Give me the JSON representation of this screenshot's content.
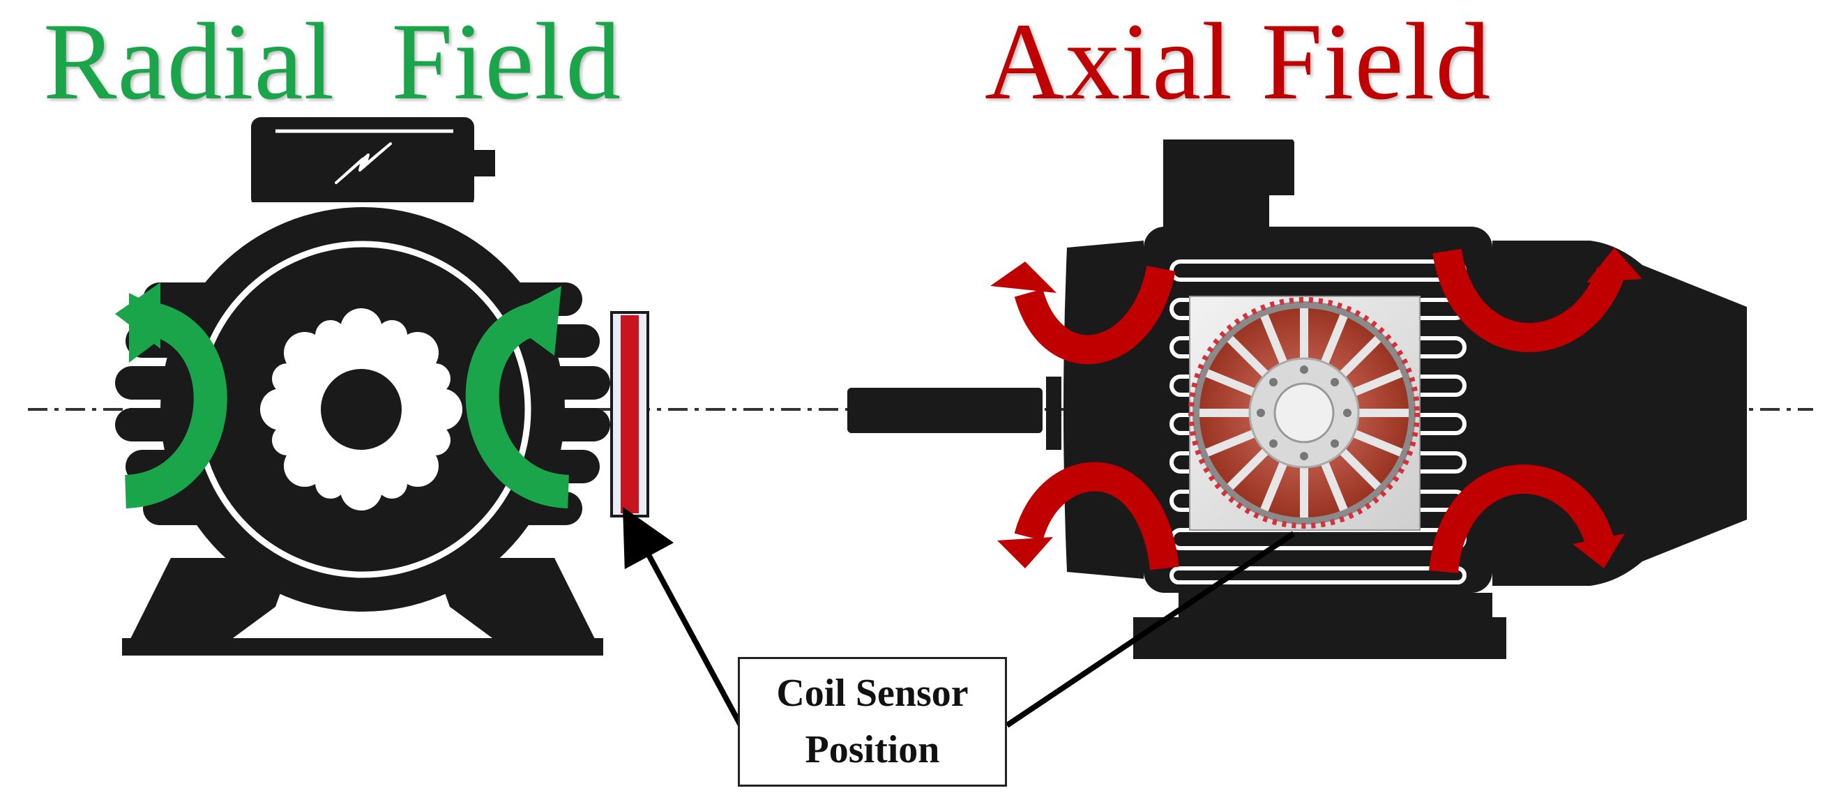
{
  "titles": {
    "radial": "Radial  Field",
    "axial": "Axial Field"
  },
  "callout": {
    "line1": "Coil Sensor",
    "line2": "Position"
  },
  "colors": {
    "radial_accent": "#1aa54b",
    "axial_accent": "#c00000",
    "motor_body": "#1a1a1a",
    "coil_red": "#c8141e",
    "copper": "#b5452e"
  },
  "icons": {
    "radial_motor": "motor-front-view-icon",
    "axial_motor": "motor-side-view-icon",
    "gear": "gear-icon",
    "lightning": "lightning-icon",
    "coil_sensor": "coil-sensor-icon",
    "stator": "stator-icon"
  }
}
